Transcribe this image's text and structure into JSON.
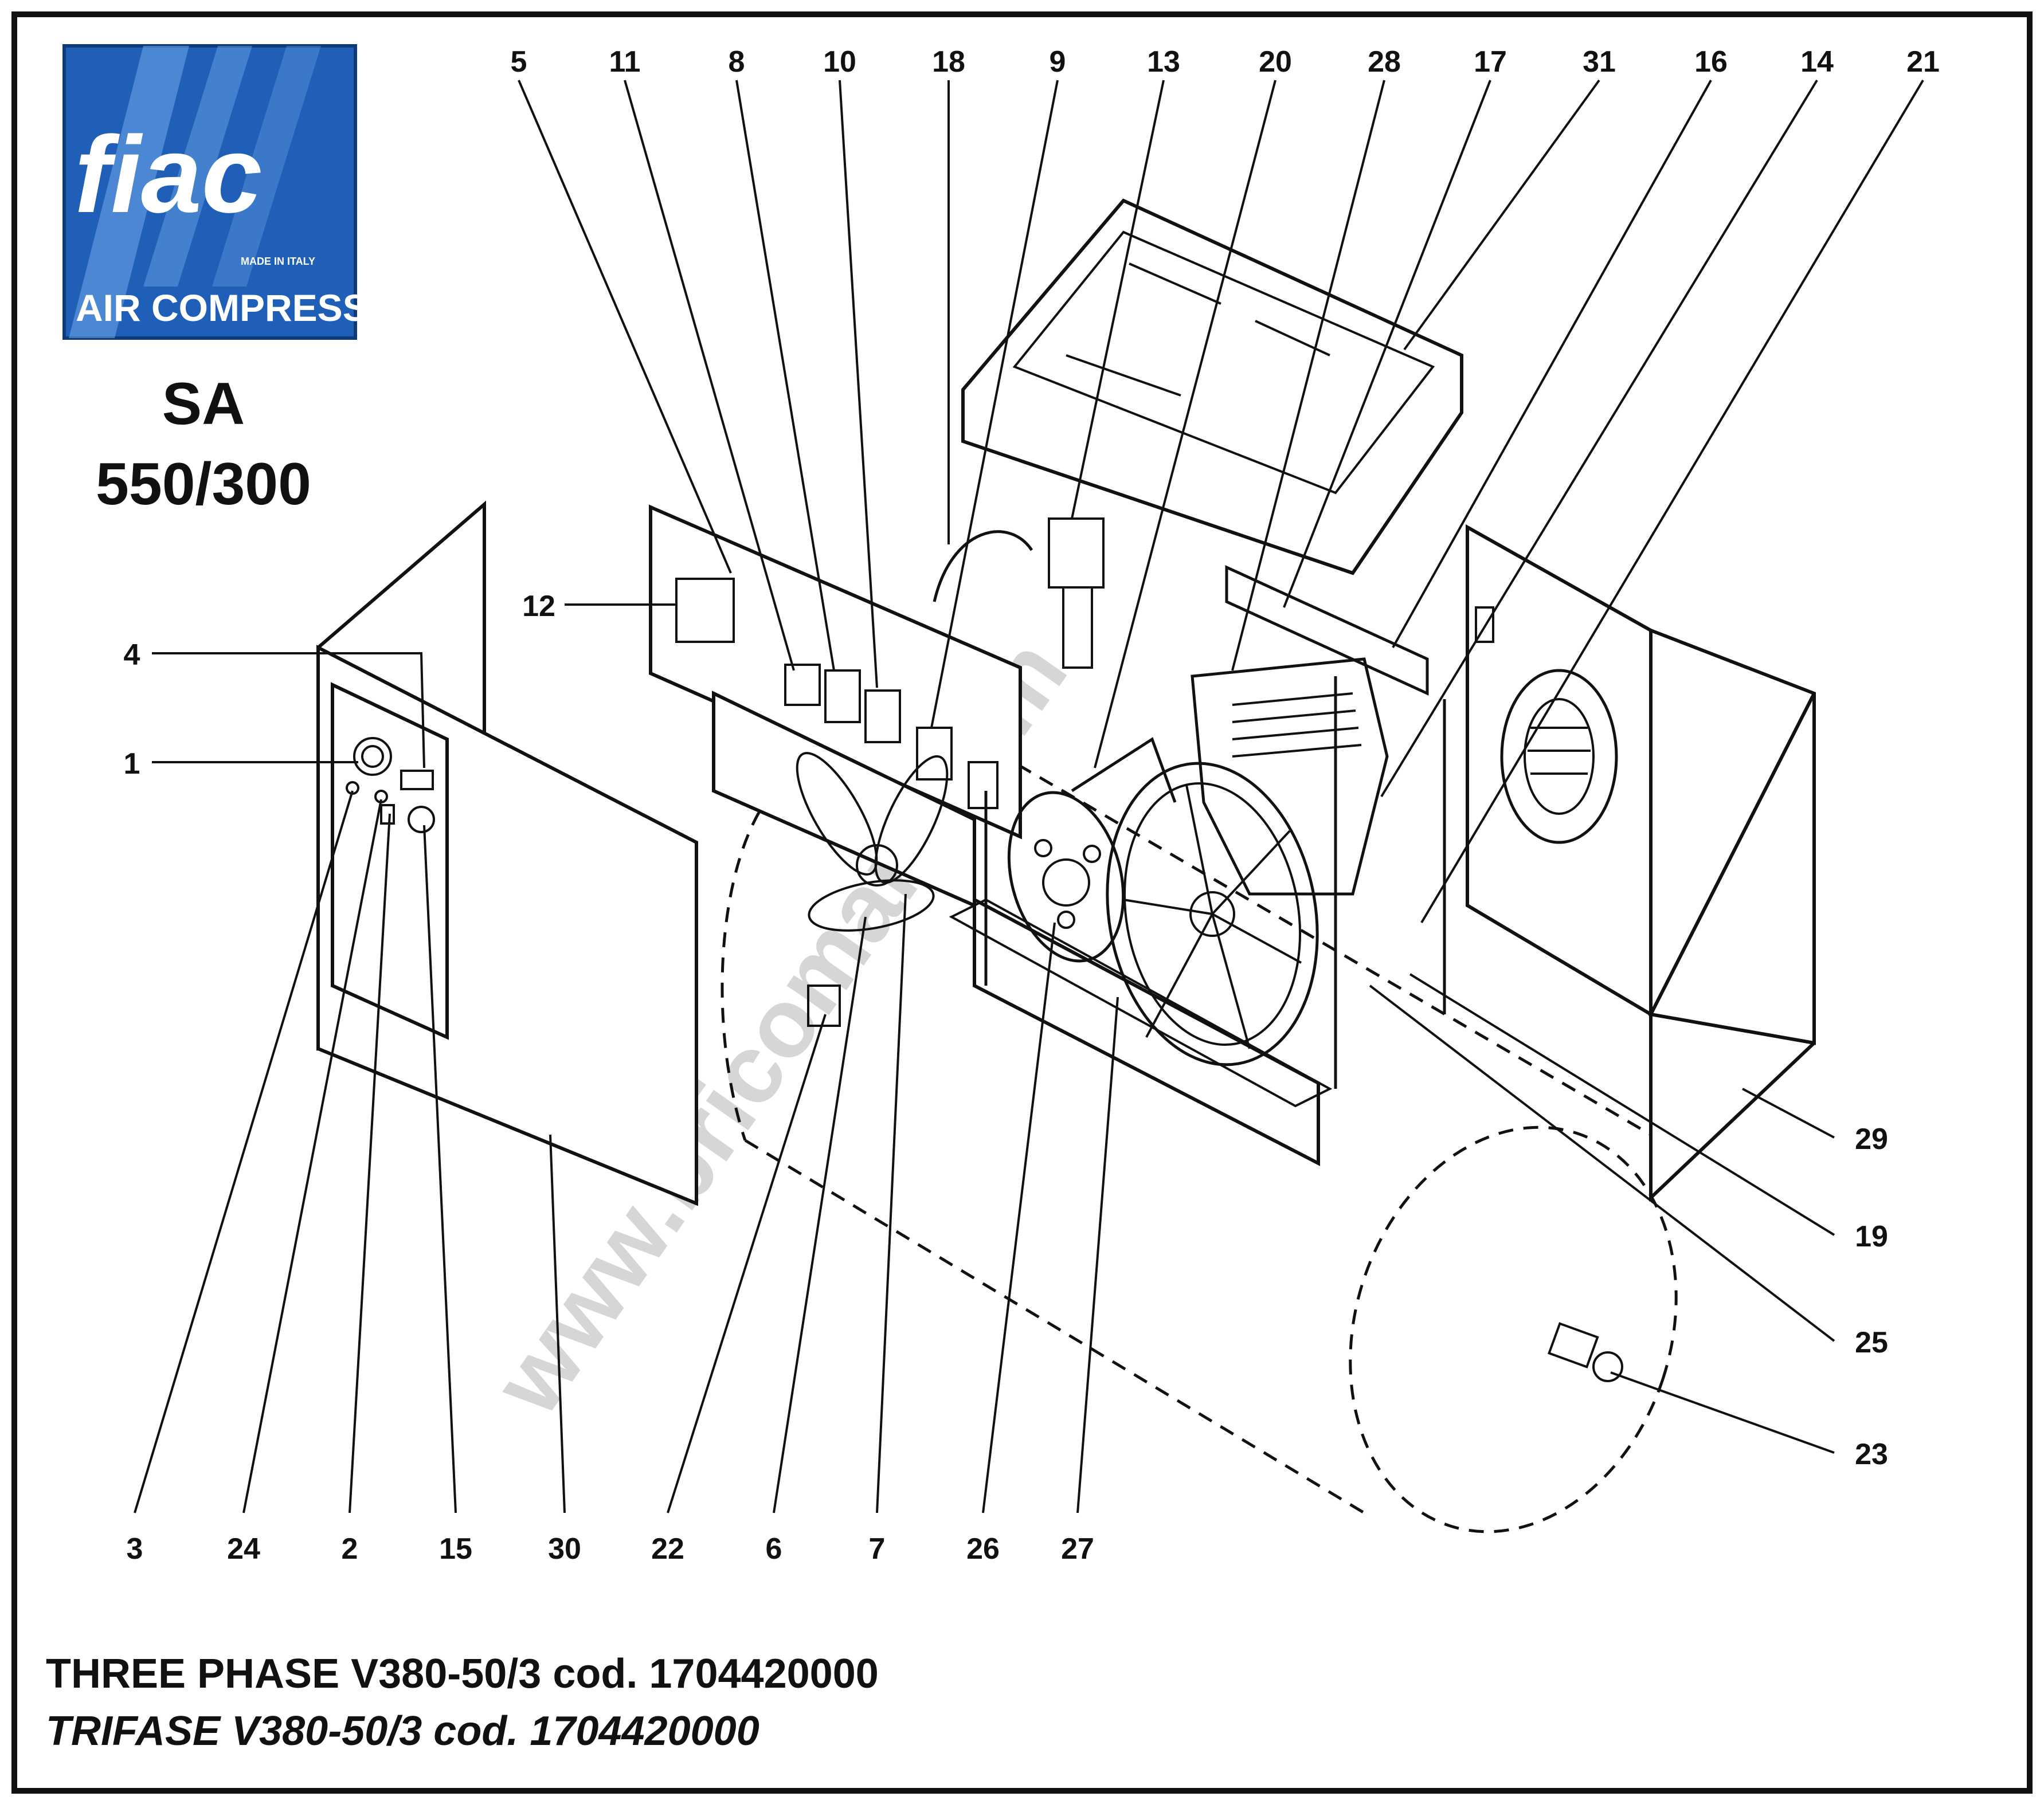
{
  "logo": {
    "brand": "fiac",
    "made_in": "MADE IN ITALY",
    "tagline": "AIR COMPRESSORS",
    "colors": {
      "blue": "#1f5fb8",
      "light_blue": "#6fa8e8",
      "white": "#ffffff"
    }
  },
  "model": {
    "line1": "SA",
    "line2": "550/300"
  },
  "watermark": "www.bricoman.com",
  "callouts": {
    "top": [
      "5",
      "11",
      "8",
      "10",
      "18",
      "9",
      "13",
      "20",
      "28",
      "17",
      "31",
      "16",
      "14",
      "21"
    ],
    "bottom": [
      "3",
      "24",
      "2",
      "15",
      "30",
      "22",
      "6",
      "7",
      "26",
      "27"
    ],
    "left": [
      "12",
      "4",
      "1"
    ],
    "right": [
      "29",
      "19",
      "25",
      "23"
    ]
  },
  "footer": {
    "line1": "THREE PHASE V380-50/3 cod. 1704420000",
    "line2": "TRIFASE V380-50/3 cod. 1704420000"
  }
}
